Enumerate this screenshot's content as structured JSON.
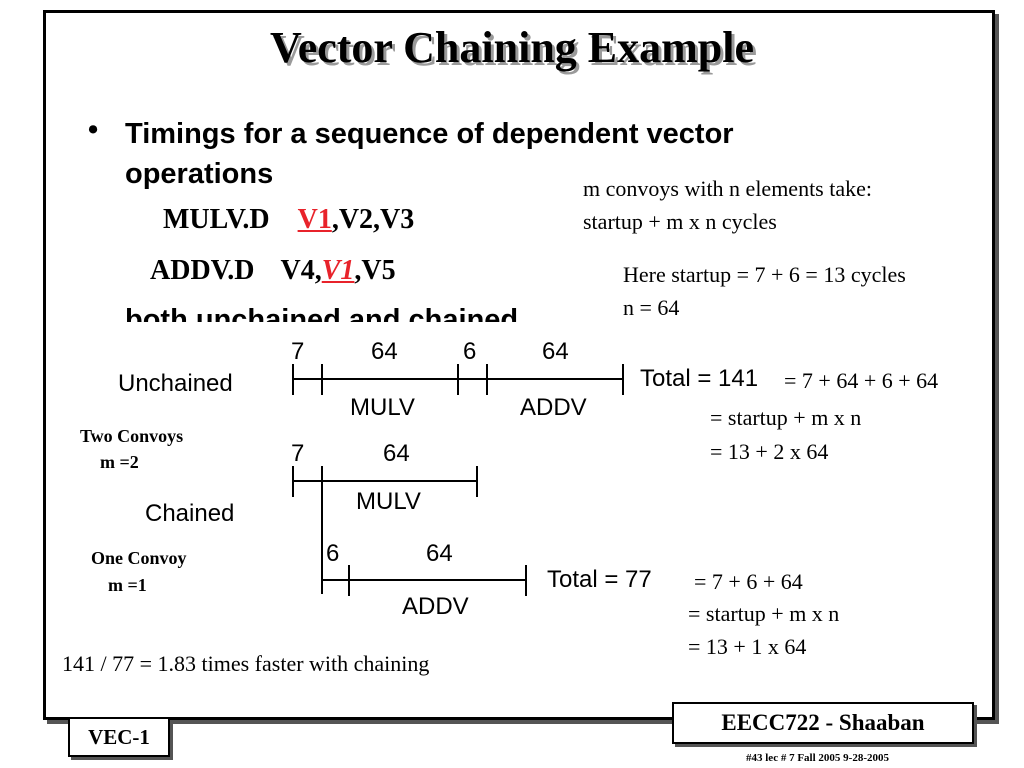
{
  "slide": {
    "title": "Vector Chaining Example",
    "bullet_symbol": "•",
    "bullet_line1": "Timings for a sequence of dependent vector",
    "bullet_line2": "operations",
    "instr1": {
      "op": "MULV.D",
      "dest": "V1",
      "rest": ",V2,V3"
    },
    "instr2": {
      "op": "ADDV.D",
      "pre": "V4,",
      "src": "V1",
      "rest": ",V5"
    },
    "clipped_line": "both unchained and chained",
    "note1": "m convoys with n elements take:",
    "note2": "startup + m x n  cycles",
    "note3": "Here startup = 7 + 6 = 13 cycles",
    "note4": "n = 64"
  },
  "diagram": {
    "unchained": {
      "label": "Unchained",
      "ticks": [
        "7",
        "64",
        "6",
        "64"
      ],
      "ops": [
        "MULV",
        "ADDV"
      ],
      "total": "Total = 141",
      "eq1": "=  7 + 64 + 6 + 64",
      "eq2": "= startup + m x n",
      "eq3": "=  13       + 2 x 64"
    },
    "two_convoys": {
      "line1": "Two Convoys",
      "line2": "m =2"
    },
    "chained": {
      "label": "Chained",
      "ticks1": [
        "7",
        "64"
      ],
      "op1": "MULV",
      "ticks2": [
        "6",
        "64"
      ],
      "op2": "ADDV",
      "total": "Total = 77",
      "eq1": "=  7 + 6 + 64",
      "eq2": "=  startup + m x n",
      "eq3": "=  13       +  1 x 64"
    },
    "one_convoy": {
      "line1": "One Convoy",
      "line2": "m =1"
    }
  },
  "summary": "141 / 77 = 1.83 times faster with chaining",
  "footer": {
    "left_box": "VEC-1",
    "right_box": "EECC722 - Shaaban",
    "info": "#43   lec # 7    Fall 2005   9-28-2005"
  }
}
